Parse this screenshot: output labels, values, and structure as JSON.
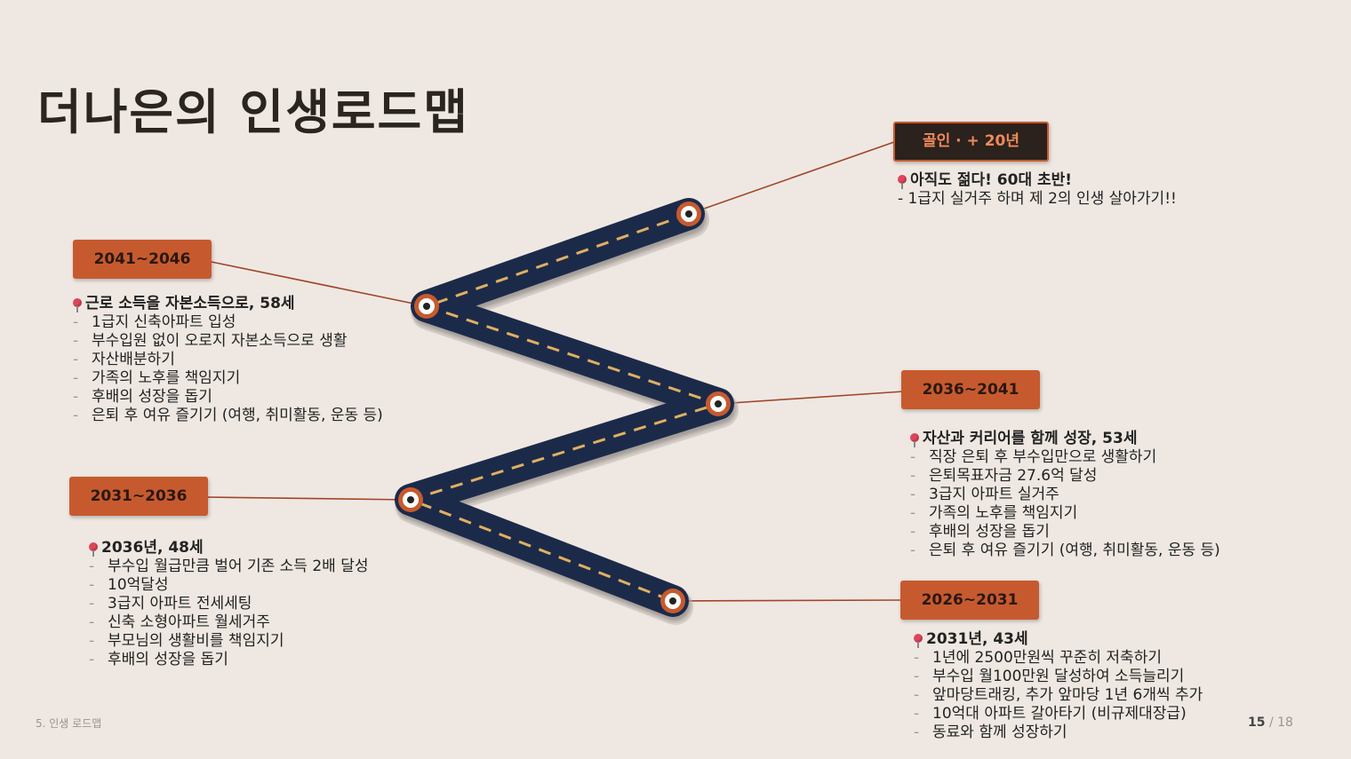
{
  "title": "더나은의 인생로드맵",
  "colors": {
    "background": "#efe8e2",
    "accent": "#c65a2e",
    "road": "#1e2a4a",
    "dash": "#e0b060",
    "dark_tag": "#2b211d"
  },
  "milestones": [
    {
      "tag": "골인 · + 20년",
      "head": "아직도 젊다! 60대 초반!",
      "items": [
        "1급지 실거주 하며 제 2의 인생 살아가기!!"
      ]
    },
    {
      "tag": "2041~2046",
      "head": "근로 소득을 자본소득으로, 58세",
      "items": [
        "1급지 신축아파트 입성",
        "부수입원 없이 오로지 자본소득으로 생활",
        "자산배분하기",
        "가족의 노후를 책임지기",
        "후배의 성장을 돕기",
        "은퇴 후 여유 즐기기 (여행, 취미활동, 운동 등)"
      ]
    },
    {
      "tag": "2036~2041",
      "head": "자산과 커리어를 함께 성장, 53세",
      "items": [
        "직장 은퇴 후 부수입만으로 생활하기",
        "은퇴목표자금 27.6억 달성",
        "3급지 아파트 실거주",
        "가족의 노후를 책임지기",
        "후배의 성장을 돕기",
        "은퇴 후 여유 즐기기 (여행, 취미활동, 운동 등)"
      ]
    },
    {
      "tag": "2031~2036",
      "head": "2036년, 48세",
      "items": [
        "부수입 월급만큼 벌어 기존 소득 2배 달성",
        "10억달성",
        "3급지 아파트 전세세팅",
        "신축 소형아파트 월세거주",
        "부모님의 생활비를 책임지기",
        "후배의 성장을 돕기"
      ]
    },
    {
      "tag": "2026~2031",
      "head": "2031년, 43세",
      "items": [
        "1년에 2500만원씩 꾸준히 저축하기",
        "부수입 월100만원 달성하여 소득늘리기",
        "앞마당트래킹, 추가 앞마당 1년 6개씩 추가",
        "10억대 아파트 갈아타기 (비규제대장급)",
        "동료와 함께 성장하기"
      ]
    }
  ],
  "footer": {
    "section": "5. 인생 로드맵",
    "page": "15",
    "sep": "/",
    "total": "18"
  }
}
